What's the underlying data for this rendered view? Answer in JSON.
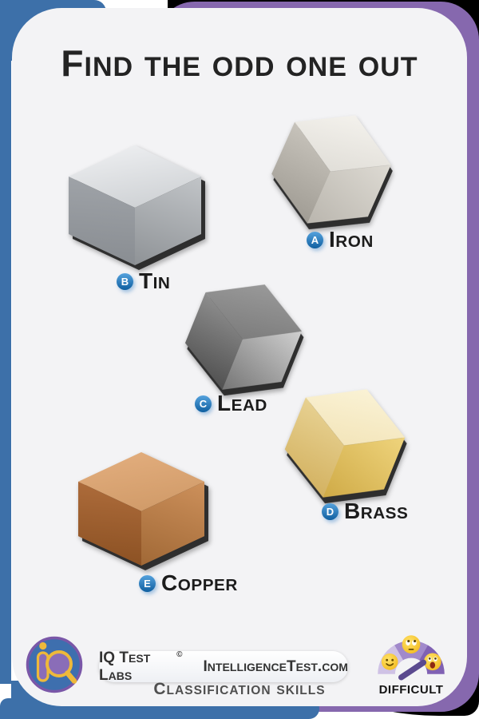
{
  "title": "Find the odd one out",
  "puzzle": {
    "items": [
      {
        "letter": "A",
        "name": "Iron",
        "faces": {
          "top": [
            "#f6f4ef",
            "#cdcac3"
          ],
          "right": [
            "#e8e5de",
            "#b3afa7"
          ],
          "left": [
            "#d9d5cd",
            "#9e9a92"
          ]
        }
      },
      {
        "letter": "B",
        "name": "Tin",
        "faces": {
          "top": [
            "#f0f1f3",
            "#b1b6ba"
          ],
          "right": [
            "#cfd2d5",
            "#84888c"
          ],
          "left": [
            "#a9adb2",
            "#888c91"
          ]
        }
      },
      {
        "letter": "C",
        "name": "Lead",
        "faces": {
          "top": [
            "#9d9d9d",
            "#5e5e5e"
          ],
          "right": [
            "#eaeaea",
            "#646464"
          ],
          "left": [
            "#ababab",
            "#4d4d4d"
          ]
        }
      },
      {
        "letter": "D",
        "name": "Brass",
        "faces": {
          "top": [
            "#fbf4d9",
            "#ecd79d"
          ],
          "right": [
            "#f8e08c",
            "#c9a23c"
          ],
          "left": [
            "#f1e0a9",
            "#d2b05e"
          ]
        }
      },
      {
        "letter": "E",
        "name": "Copper",
        "faces": {
          "top": [
            "#e4af7f",
            "#bf8955"
          ],
          "right": [
            "#d99b65",
            "#97602e"
          ],
          "left": [
            "#bd7846",
            "#8a5022"
          ]
        }
      }
    ]
  },
  "footer": {
    "logo_icon": "iq-test-labs-magnifier-logo",
    "brand": "IQ Test Labs",
    "copyright_symbol": "©",
    "website": "IntelligenceTest.com",
    "category": "Classification skills",
    "difficulty": {
      "label": "Difficult",
      "face_icons": [
        "happy-face",
        "skeptical-face",
        "shocked-face"
      ],
      "segment_colors": [
        "#cfc2e5",
        "#a189cb",
        "#8061b3"
      ],
      "needle_color": "#5b4a8f"
    }
  },
  "colors": {
    "frame_blue": "#3d70a9",
    "frame_purple": "#8668ae",
    "card_bg": "#f3f3f5",
    "badge_light": "#55a2dd",
    "badge_dark": "#0f5fa0",
    "title_color": "#232323"
  }
}
